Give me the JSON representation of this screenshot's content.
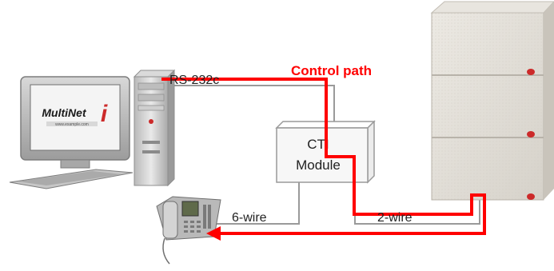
{
  "labels": {
    "rs232": "RS-232c",
    "control_path": "Control path",
    "cti_line1": "CTI",
    "cti_line2": "Module",
    "six_wire": "6-wire",
    "two_wire": "2-wire",
    "monitor_brand": "MultiNet",
    "monitor_brand_i": "i",
    "monitor_tagline": "www.example.com"
  },
  "colors": {
    "control_path": "#ff0000",
    "wire": "#9a9a9a",
    "pbx_panel": "#e3e0da",
    "cti_box": "#f7f7f7",
    "brand_red": "#cc2a2a"
  },
  "icons": {
    "computer": "desktop-computer-icon",
    "phone": "desk-phone-icon",
    "pbx": "pbx-cabinet-icon"
  }
}
